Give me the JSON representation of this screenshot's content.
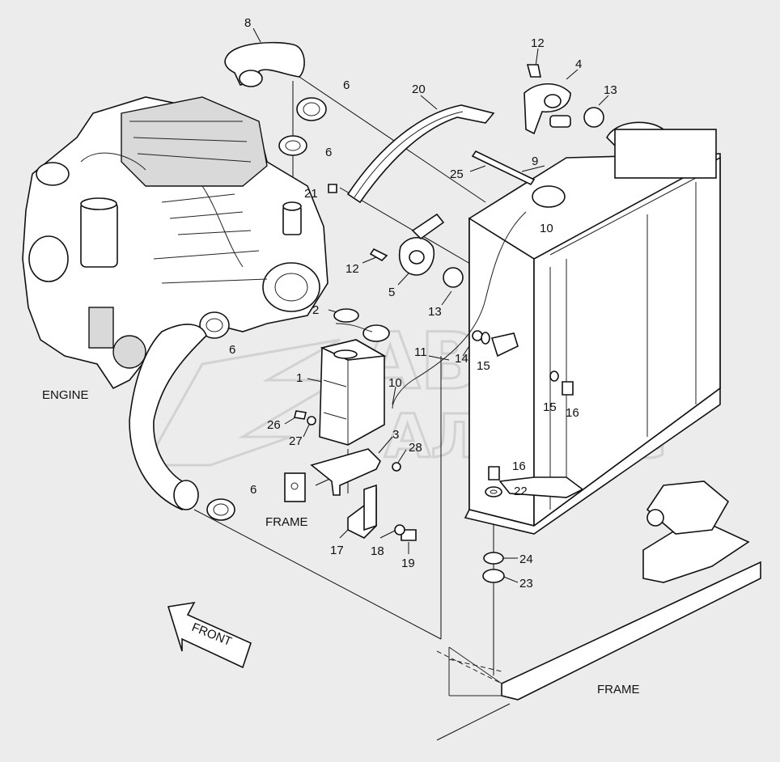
{
  "labels": {
    "engine": "ENGINE",
    "frame_bracket": "FRAME",
    "frame_bottom": "FRAME",
    "front": "FRONT"
  },
  "watermark": {
    "line1": "АВТО",
    "line2": "АЛЬЯНС"
  },
  "callouts": [
    {
      "id": "c8",
      "text": "8"
    },
    {
      "id": "c6a",
      "text": "6"
    },
    {
      "id": "c6b",
      "text": "6"
    },
    {
      "id": "c6c",
      "text": "6"
    },
    {
      "id": "c6d",
      "text": "6"
    },
    {
      "id": "c21",
      "text": "21"
    },
    {
      "id": "c20",
      "text": "20"
    },
    {
      "id": "c12a",
      "text": "12"
    },
    {
      "id": "c4",
      "text": "4"
    },
    {
      "id": "c13a",
      "text": "13"
    },
    {
      "id": "c9",
      "text": "9"
    },
    {
      "id": "c25",
      "text": "25"
    },
    {
      "id": "c10a",
      "text": "10"
    },
    {
      "id": "c12b",
      "text": "12"
    },
    {
      "id": "c5",
      "text": "5"
    },
    {
      "id": "c13b",
      "text": "13"
    },
    {
      "id": "c2",
      "text": "2"
    },
    {
      "id": "c11",
      "text": "11"
    },
    {
      "id": "c14",
      "text": "14"
    },
    {
      "id": "c15a",
      "text": "15"
    },
    {
      "id": "c1",
      "text": "1"
    },
    {
      "id": "c10b",
      "text": "10"
    },
    {
      "id": "c15b",
      "text": "15"
    },
    {
      "id": "c16a",
      "text": "16"
    },
    {
      "id": "c26",
      "text": "26"
    },
    {
      "id": "c27",
      "text": "27"
    },
    {
      "id": "c3",
      "text": "3"
    },
    {
      "id": "c28",
      "text": "28"
    },
    {
      "id": "c16b",
      "text": "16"
    },
    {
      "id": "c22",
      "text": "22"
    },
    {
      "id": "c17",
      "text": "17"
    },
    {
      "id": "c18",
      "text": "18"
    },
    {
      "id": "c19",
      "text": "19"
    },
    {
      "id": "c24",
      "text": "24"
    },
    {
      "id": "c23",
      "text": "23"
    }
  ],
  "colors": {
    "background": "#ececec",
    "line": "#111111",
    "watermark": "#d2d2d2"
  }
}
